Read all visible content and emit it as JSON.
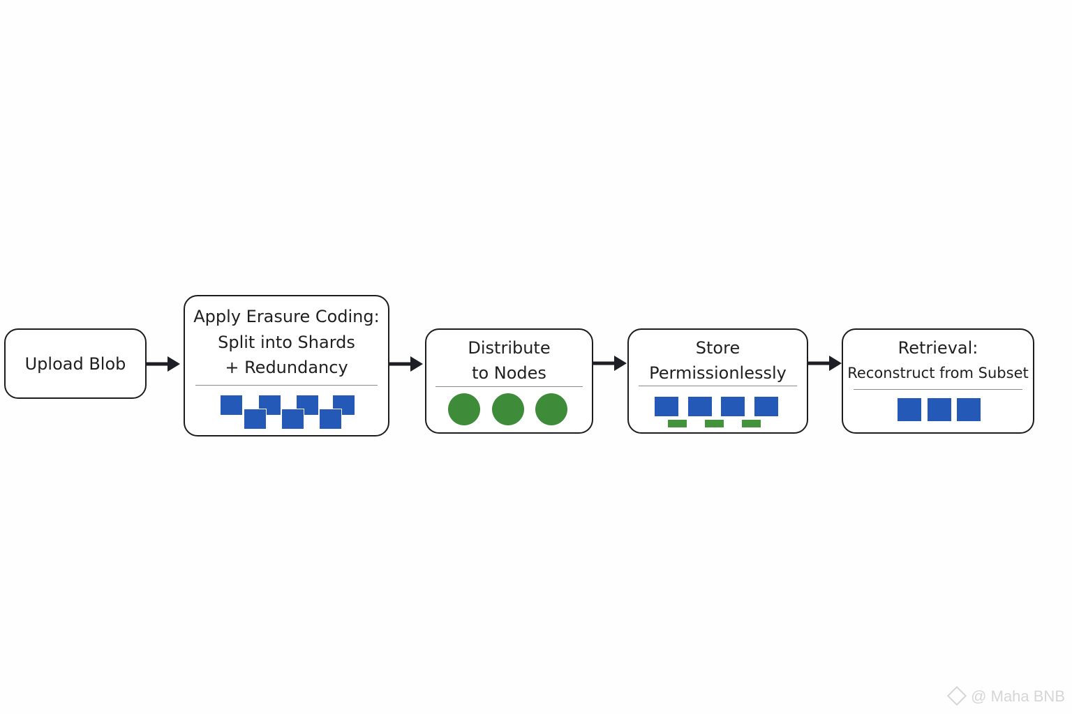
{
  "steps": [
    {
      "lines": [
        "Upload Blob"
      ]
    },
    {
      "lines": [
        "Apply Erasure Coding:",
        "Split into Shards",
        "+ Redundancy"
      ]
    },
    {
      "lines": [
        "Distribute",
        "to Nodes"
      ]
    },
    {
      "lines": [
        "Store",
        "Permissionlessly"
      ]
    },
    {
      "lines": [
        "Retrieval:",
        "Reconstruct from Subset"
      ]
    }
  ],
  "colors": {
    "shard_blue": "#2459b7",
    "node_green": "#3e8b3a",
    "border": "#1c1c1c",
    "arrow": "#1e1f24"
  },
  "watermark": "@ Maha BNB"
}
